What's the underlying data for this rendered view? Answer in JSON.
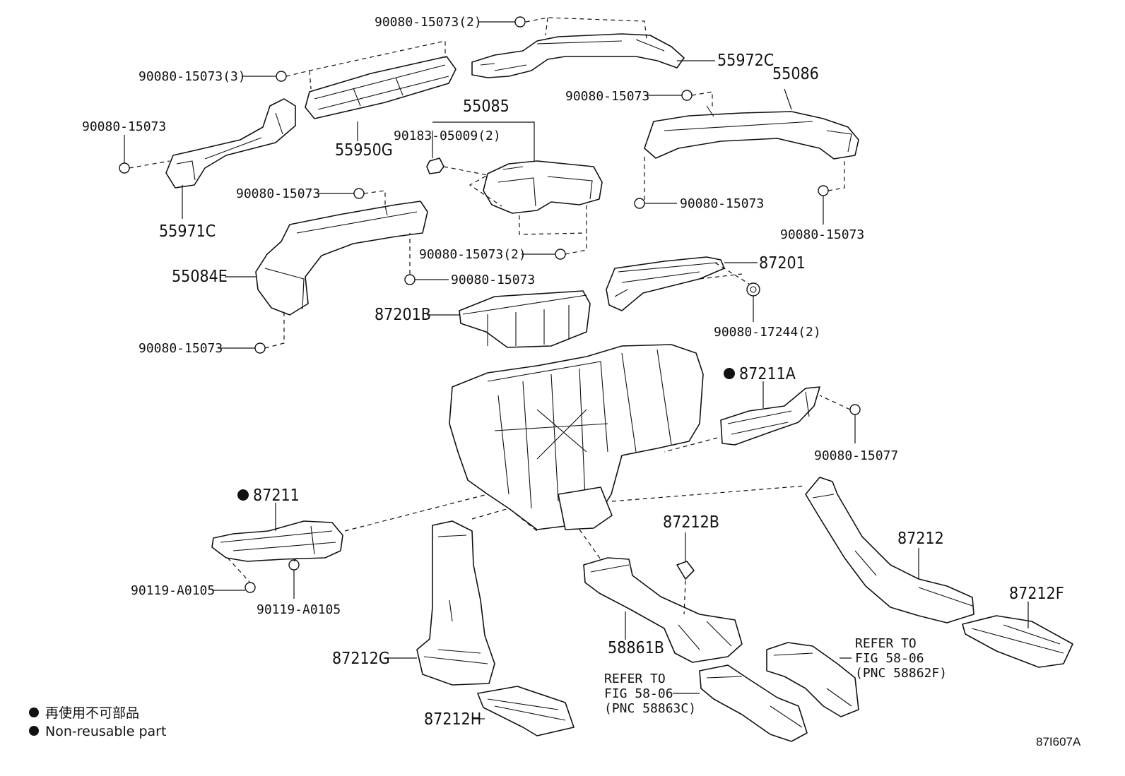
{
  "diagram": {
    "labels": {
      "p_90080_15073_2_top": "90080-15073(2)",
      "p_90080_15073_3": "90080-15073(3)",
      "p_55972C": "55972C",
      "p_55086": "55086",
      "p_90080_15073_r1": "90080-15073",
      "p_55085": "55085",
      "p_90080_15073_left": "90080-15073",
      "p_90183_05009_2": "90183-05009(2)",
      "p_55950G": "55950G",
      "p_90080_15073_mid": "90080-15073",
      "p_55971C": "55971C",
      "p_90080_15073_r2": "90080-15073",
      "p_90080_15073_r3": "90080-15073",
      "p_90080_15073_2_mid": "90080-15073(2)",
      "p_55084E": "55084E",
      "p_90080_15073_bolt": "90080-15073",
      "p_87201": "87201",
      "p_87201B": "87201B",
      "p_90080_17244_2": "90080-17244(2)",
      "p_90080_15073_bottom": "90080-15073",
      "p_87211A": "87211A",
      "p_90080_15077": "90080-15077",
      "p_87211": "87211",
      "p_87212B": "87212B",
      "p_87212": "87212",
      "p_90119_A0105_a": "90119-A0105",
      "p_90119_A0105_b": "90119-A0105",
      "p_87212F": "87212F",
      "p_58861B": "58861B",
      "p_87212G": "87212G",
      "refer1_l1": "REFER TO",
      "refer1_l2": "FIG 58-06",
      "refer1_l3": "(PNC 58862F)",
      "refer2_l1": "REFER TO",
      "refer2_l2": "FIG 58-06",
      "refer2_l3": "(PNC 58863C)",
      "p_87212H": "87212H"
    },
    "legend": {
      "japanese": "再使用不可部品",
      "english": "Non-reusable part"
    },
    "figure_id": "87I607A"
  }
}
